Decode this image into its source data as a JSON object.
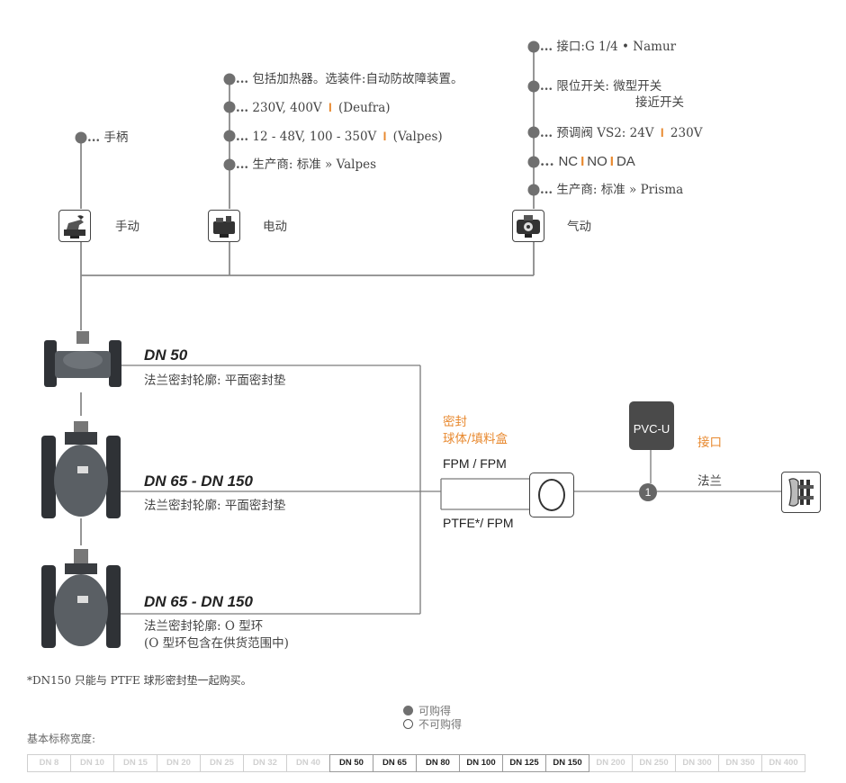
{
  "actuation": {
    "manual": {
      "options": [
        {
          "prefix": "...",
          "text": "手柄"
        }
      ],
      "label": "手动"
    },
    "electric": {
      "options": [
        {
          "prefix": "...",
          "text": "包括加热器。选装件:自动防故障装置。"
        },
        {
          "prefix": "...",
          "a": "230V,  400V",
          "b": "(Deufra)"
        },
        {
          "prefix": "...",
          "a": "12 - 48V,  100 - 350V",
          "b": "(Valpes)"
        },
        {
          "prefix": "...",
          "text": "生产商: 标准 » Valpes"
        }
      ],
      "label": "电动"
    },
    "pneumatic": {
      "options": [
        {
          "prefix": "...",
          "text": "接口:G 1/4 • Namur"
        },
        {
          "prefix": "...",
          "line1": "限位开关: 微型开关",
          "line2": "接近开关"
        },
        {
          "prefix": "...",
          "a": "预调阀 VS2: 24V",
          "b": "230V"
        },
        {
          "prefix": "...",
          "a": "NC",
          "b": "NO",
          "c": "DA"
        },
        {
          "prefix": "...",
          "text": "生产商: 标准 » Prisma"
        }
      ],
      "label": "气动"
    },
    "separator": "I"
  },
  "valves": [
    {
      "title": "DN 50",
      "line1": "法兰密封轮廓: 平面密封垫",
      "line2": ""
    },
    {
      "title": "DN 65 - DN 150",
      "line1": "法兰密封轮廓: 平面密封垫",
      "line2": ""
    },
    {
      "title": "DN 65 - DN 150",
      "line1": "法兰密封轮廓: O 型环",
      "line2": "(O 型环包含在供货范围中)"
    }
  ],
  "seal": {
    "heading1": "密封",
    "heading2": "球体/填料盒",
    "option1": "FPM / FPM",
    "option2": "PTFE*/ FPM"
  },
  "connection": {
    "material": "PVC-U",
    "heading": "接口",
    "number": "1",
    "type": "法兰"
  },
  "footnote": "*DN150 只能与 PTFE 球形密封垫一起购买。",
  "legend": {
    "available": "可购得",
    "unavailable": "不可购得"
  },
  "sizes_heading": "基本标称宽度:",
  "sizes": [
    {
      "label": "DN 8",
      "available": false
    },
    {
      "label": "DN 10",
      "available": false
    },
    {
      "label": "DN 15",
      "available": false
    },
    {
      "label": "DN 20",
      "available": false
    },
    {
      "label": "DN 25",
      "available": false
    },
    {
      "label": "DN 32",
      "available": false
    },
    {
      "label": "DN 40",
      "available": false
    },
    {
      "label": "DN 50",
      "available": true
    },
    {
      "label": "DN 65",
      "available": true
    },
    {
      "label": "DN 80",
      "available": true
    },
    {
      "label": "DN 100",
      "available": true
    },
    {
      "label": "DN 125",
      "available": true
    },
    {
      "label": "DN 150",
      "available": true
    },
    {
      "label": "DN 200",
      "available": false
    },
    {
      "label": "DN 250",
      "available": false
    },
    {
      "label": "DN 300",
      "available": false
    },
    {
      "label": "DN 350",
      "available": false
    },
    {
      "label": "DN 400",
      "available": false
    }
  ],
  "colors": {
    "line": "#7a7a7a",
    "accent": "#e8892f",
    "dot": "#707070",
    "valve_body": "#555a5f",
    "dark_box": "#4a4a4a"
  },
  "icons": {
    "manual": "hand-lever-icon",
    "electric": "electric-actuator-icon",
    "pneumatic": "pneumatic-actuator-icon",
    "seal": "o-ring-icon",
    "flange": "flange-icon"
  }
}
